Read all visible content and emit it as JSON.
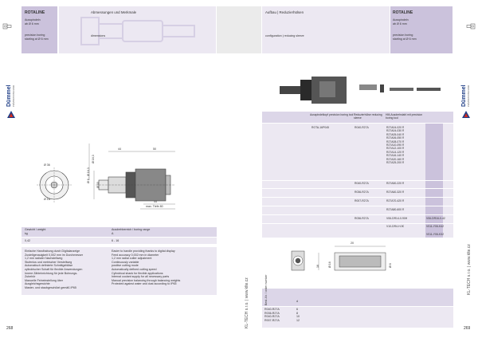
{
  "left": {
    "brand": "ROTALINE",
    "sub1": "Ausspindeln",
    "sub2": "ab Ø 6 mm",
    "sub3": "precision boring",
    "sub4": "starting at Ø 6 mm",
    "section_title": "Abmessungen und Merkmale",
    "section_sub": "dimensions",
    "logo_name": "Dümmel",
    "logo_sub": "PRÄZISIONSTECHNIK",
    "dims": {
      "d1": "44",
      "d2": "50",
      "d3": "Ø 6 - Ø 16,3",
      "d4": "Ø 16,3",
      "d5": "Ø 40",
      "d6": "44",
      "d7": "max. Tiefe 80",
      "d8": "Ø 36",
      "d9": "Ø 16"
    },
    "table": {
      "h1": "Gewicht / weight",
      "h1b": "kg",
      "h2": "Ausdrehbereich / boring range",
      "h2b": "A",
      "v1": "0,42",
      "v2": "6 - 16"
    },
    "features_de": [
      "Einfache Handhabung durch Digitalanzeige",
      "Zustellgenauigkeit 0,002 mm im Durchmesser",
      "1,2 mm radialer Nachstellweg",
      "Stufenlos und metrischer Verstellweg",
      "Automatisch definierte Schnittgebläse",
      "zylindrischer Schaft für flexible Anwendungen",
      "Innere Zähleinrichtung für jede Bohrungs-",
      "Zubehör",
      "Manuelle Feineinstellung über",
      "Ausgleichsgewichte",
      "Master- und staubgeschützt gemäß IP65"
    ],
    "features_en": [
      "Easier to handle providing thanks to digital display",
      "Feed accuracy 0,002 mm in diameter",
      "1,2 mm radial cutter adjustment",
      "Continuously variable",
      "positive cutting mode",
      "Automatically defined cutting speed",
      "Cylindrical shank for flexible applications",
      "Internal coolant supply for all necessary parts",
      "Manual precision balancing through balancing weights",
      "Protected against water and dust according to IP65"
    ],
    "page_num": "268"
  },
  "right": {
    "section_title": "Aufbau | Reduzierhülsen",
    "section_sub": "configuration | reducing sleeve",
    "brand": "ROTALINE",
    "sub1": "Ausspindeln",
    "sub2": "ab Ø 6 mm",
    "sub3": "precision boring",
    "sub4": "starting at Ø 6 mm",
    "logo_name": "Dümmel",
    "logo_sub": "PRÄZISIONSTECHNIK",
    "side_text": "KL-TECH s.r.o. | www.klte.cz",
    "table_headers": [
      "Ausspindelkopf precision boring tool",
      "Reduzierhülse reducing sleeve",
      "HM-Ausdrehstahl mit precision boring tool"
    ],
    "table_rows": [
      {
        "c1": "ROTA-16P045",
        "c2": "R040-R27A",
        "c3": [
          "R27A04-020 R",
          "R27A04-030 R",
          "R27A05-040 R",
          "R27A06-050 R",
          "R27A08-070 R",
          "R27A10-090 R",
          "R27A12-100 R",
          "R27A14-120 R",
          "R27A16-140 R",
          "R27A20-160 R",
          "R27A25-200 R"
        ],
        "c4": ""
      },
      {
        "c1": "",
        "c2": "R040-R27A",
        "c3": [
          "R27A50-220 R"
        ],
        "c4": ""
      },
      {
        "c1": "",
        "c2": "R036-R27A",
        "c3": [
          "R27A60-320 R"
        ],
        "c4": ""
      },
      {
        "c1": "",
        "c2": "R007-R27A",
        "c3": [
          "R27A70-420 R"
        ],
        "c4": ""
      },
      {
        "c1": "",
        "c2": "",
        "c3": [
          "R27A80-600 R"
        ],
        "c4": ""
      },
      {
        "c1": "",
        "c2": "R036-R27A",
        "c3": [
          "V06-DR14-0-90H"
        ],
        "c4": "V06-DR16-0-42"
      },
      {
        "c1": "",
        "c2": "",
        "c3": [
          "V10-DR4-H-90"
        ],
        "c4": "V011-Y06-K42"
      }
    ],
    "extra_c4": "V011-Y06-K32",
    "dims": {
      "a": "20",
      "b": "16",
      "c": "Ø 16",
      "d": "Ø 6"
    },
    "small_table_head": "Best.-Nr. / order number",
    "small_table_head2": "d",
    "small_table_rows": [
      {
        "id": "R040-R27A",
        "d": "6"
      },
      {
        "id": "R036-R27A",
        "d": "8"
      },
      {
        "id": "R040-R27A",
        "d": "10"
      },
      {
        "id": "R007-R27A",
        "d": "12"
      }
    ],
    "side_text_right": "KL-TECH s.r.o. | www.klte.cz",
    "page_num": "269"
  },
  "colors": {
    "lavender": "#ece8f2",
    "lavender_dark": "#cbc2dc",
    "logo_blue": "#1f3e86",
    "logo_red": "#d42a1d"
  }
}
